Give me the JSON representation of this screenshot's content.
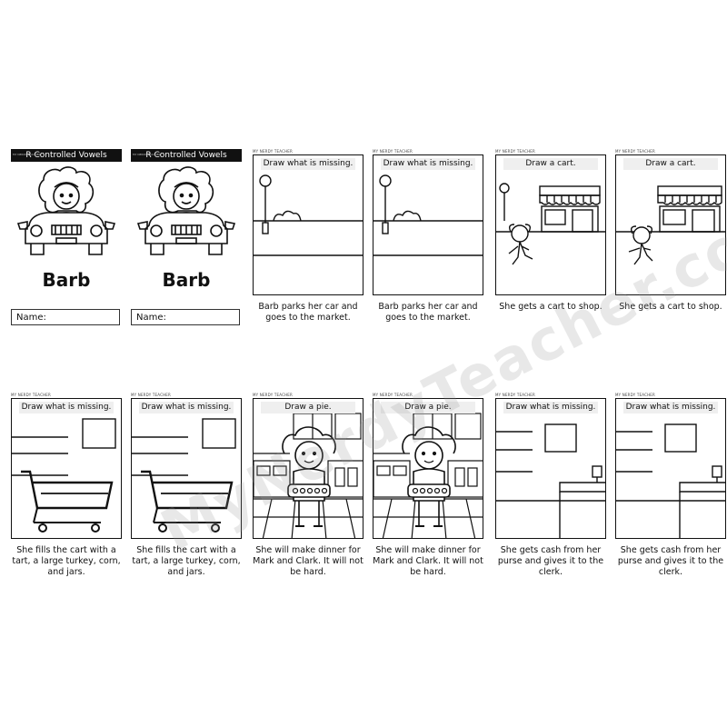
{
  "covers": [
    {
      "header": "R Controlled Vowels",
      "tiny": "MY NERDY TEACHER",
      "name": "Barb",
      "name_label": "Name:"
    },
    {
      "header": "R Controlled Vowels",
      "tiny": "MY NERDY TEACHER",
      "name": "Barb",
      "name_label": "Name:"
    }
  ],
  "pages": [
    {
      "brand": "MY NERDY TEACHER",
      "prompt": "Draw what is missing.",
      "caption": "Barb parks her car and goes to the market."
    },
    {
      "brand": "MY NERDY TEACHER",
      "prompt": "Draw what is missing.",
      "caption": "Barb parks her car and goes to the market."
    },
    {
      "brand": "MY NERDY TEACHER",
      "prompt": "Draw a cart.",
      "caption": "She gets a cart to shop."
    },
    {
      "brand": "MY NERDY TEACHER",
      "prompt": "Draw a cart.",
      "caption": "She gets a cart to shop."
    },
    {
      "brand": "MY NERDY TEACHER",
      "prompt": "Draw what is missing.",
      "caption": "She fills the cart with a tart, a large turkey, corn, and jars."
    },
    {
      "brand": "MY NERDY TEACHER",
      "prompt": "Draw what is missing.",
      "caption": "She fills the cart with a tart, a large turkey, corn, and jars."
    },
    {
      "brand": "MY NERDY TEACHER",
      "prompt": "Draw a pie.",
      "caption": "She will make dinner for Mark and Clark. It will not be hard."
    },
    {
      "brand": "MY NERDY TEACHER",
      "prompt": "Draw a pie.",
      "caption": "She will make dinner for Mark and Clark. It will not be hard."
    },
    {
      "brand": "MY NERDY TEACHER",
      "prompt": "Draw what is missing.",
      "caption": "She gets cash from her purse and gives it to the clerk."
    },
    {
      "brand": "MY NERDY TEACHER",
      "prompt": "Draw what is missing.",
      "caption": "She gets cash from her purse and gives it to the clerk."
    }
  ],
  "watermark": "MyNerdyTeacher.com"
}
